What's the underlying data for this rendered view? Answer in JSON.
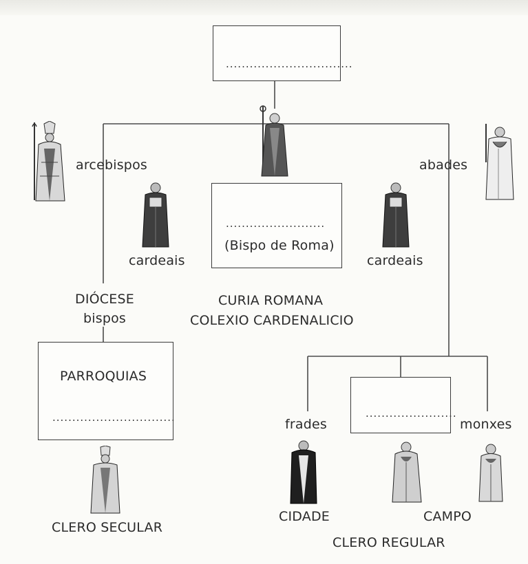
{
  "diagram": {
    "top_box_blank": "................................",
    "center_box_blank": ".........................",
    "center_box_text": "(Bispo de Roma)",
    "left_box_title": "PARROQUIAS",
    "left_box_blank": "...............................",
    "right_box_blank": ".......................",
    "labels": {
      "arcebispos": "arcebispos",
      "abades": "abades",
      "cardeais_left": "cardeais",
      "cardeais_right": "cardeais",
      "diocese": "DIÓCESE",
      "bispos": "bispos",
      "curia": "CURIA ROMANA",
      "colexio": "COLEXIO CARDENALICIO",
      "frades": "frades",
      "monxes": "monxes",
      "cidade": "CIDADE",
      "campo": "CAMPO",
      "clero_secular": "CLERO SECULAR",
      "clero_regular": "CLERO REGULAR"
    }
  }
}
